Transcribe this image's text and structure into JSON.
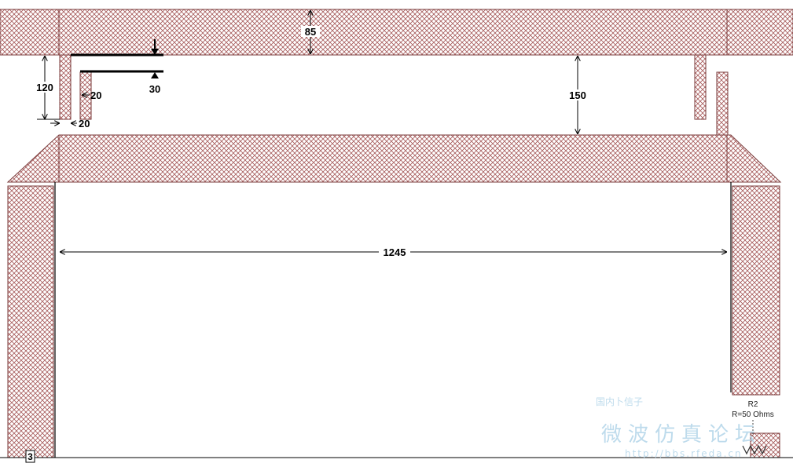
{
  "dimensions": {
    "top_thickness": "85",
    "left_height": "120",
    "gap_a": "20",
    "gap_b": "20",
    "strip_width": "30",
    "slot_height": "150",
    "span": "1245"
  },
  "resistor": {
    "name": "R2",
    "value": "R=50 Ohms"
  },
  "port_label": "3",
  "watermark": {
    "line1": "微波仿真论坛",
    "url": "http://bbs.rfeda.cn",
    "small": "国内卜信子"
  },
  "colors": {
    "hatch": "#a65a5a",
    "outline": "#7a3a3a"
  }
}
